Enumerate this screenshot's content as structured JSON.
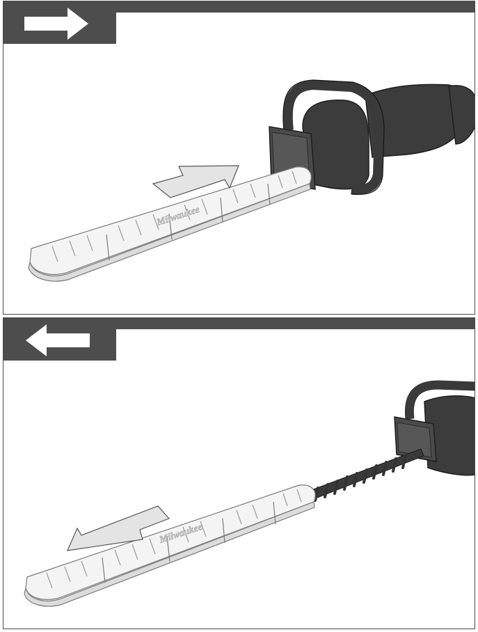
{
  "panels": [
    {
      "direction": "right",
      "icon": "arrow-right-icon",
      "action": "slide-guard-on",
      "brand_logo_text": "Milwaukee"
    },
    {
      "direction": "left",
      "icon": "arrow-left-icon",
      "action": "slide-guard-off",
      "brand_logo_text": "Milwaukee"
    }
  ],
  "colors": {
    "frame": "#4d4d4d",
    "tool_dark": "#3a3a3a",
    "guard_fill": "#f4f4f4",
    "guard_stroke": "#7a7a7a",
    "motion_arrow_fill": "#e4e4e4"
  }
}
